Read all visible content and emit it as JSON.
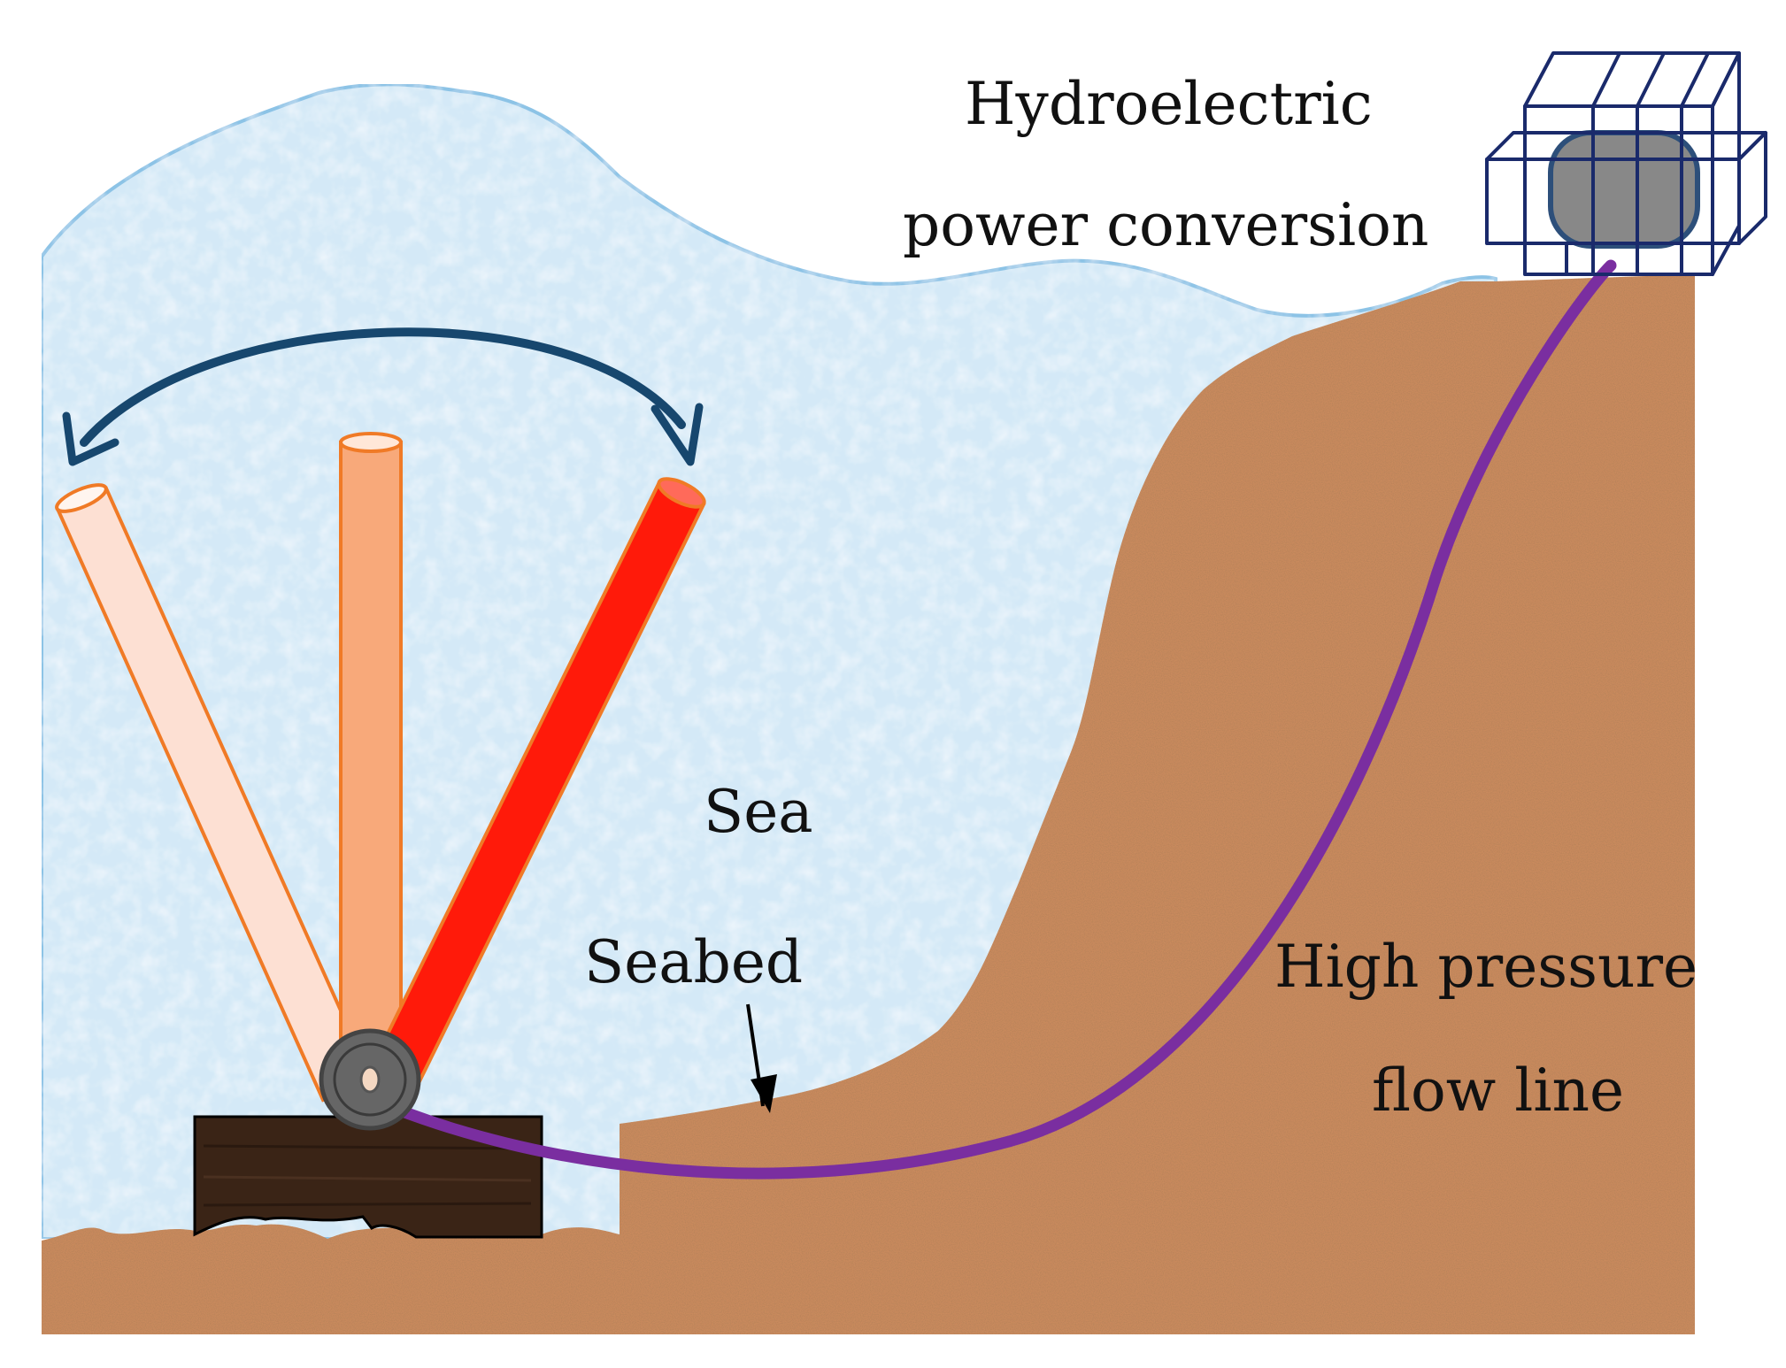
{
  "labels": {
    "hydro_line1": "Hydroelectric",
    "hydro_line2": "power conversion",
    "sea": "Sea",
    "seabed": "Seabed",
    "flow_line1": "High pressure",
    "flow_line2": "flow line"
  },
  "colors": {
    "sea_fill": "#d4e9f7",
    "sea_outline": "#8cc3e6",
    "soil": "#c98a5d",
    "soil_dark": "#8c4f2e",
    "base_block": "#3a2416",
    "flow_line": "#7a2ea0",
    "arc_arrow": "#17476e",
    "flap_red": "#ff1a0a",
    "flap_orange": "#f8a97a",
    "flap_light": "#fde0d3",
    "flap_outline": "#f07a26",
    "pivot": "#666666",
    "station_frame": "#1a2a6b",
    "station_core": "#888888"
  },
  "icons": {
    "station": "hydroelectric-station-icon",
    "pivot": "pivot-hinge-icon"
  }
}
